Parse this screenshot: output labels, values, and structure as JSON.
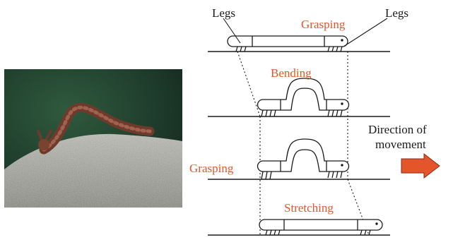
{
  "photo": {
    "alt": "inchworm on a rock"
  },
  "labels": {
    "legs_left": "Legs",
    "legs_right": "Legs",
    "grasping_top": "Grasping",
    "bending": "Bending",
    "grasping_left": "Grasping",
    "stretching": "Stretching",
    "direction_line1": "Direction of",
    "direction_line2": "movement"
  },
  "colors": {
    "label_accent": "#e4552b",
    "arrow_fill": "#e4552b",
    "line": "#1a1a1a"
  },
  "icons": {
    "arrow": "right-arrow-icon"
  }
}
